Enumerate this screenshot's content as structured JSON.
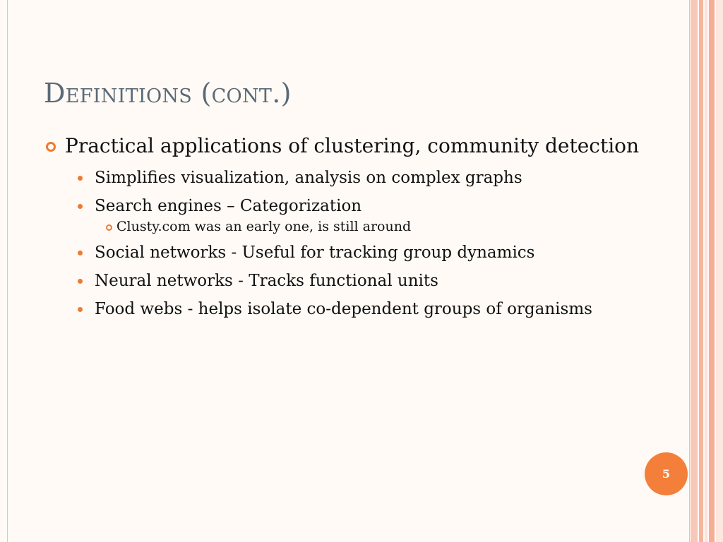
{
  "slide": {
    "title": "Definitions (cont.)",
    "page_number": "5",
    "accent_color": "#ef7a31",
    "title_color": "#5a6a76",
    "bullets": [
      {
        "text": "Practical applications of clustering, community detection",
        "level": 1
      },
      {
        "text": "Simplifies visualization, analysis on complex graphs",
        "level": 2
      },
      {
        "text": "Search engines – Categorization",
        "level": 2
      },
      {
        "text": "Clusty.com was an early one, is still around",
        "level": 3
      },
      {
        "text": "Social networks - Useful for tracking group dynamics",
        "level": 2
      },
      {
        "text": "Neural networks - Tracks functional units",
        "level": 2
      },
      {
        "text": "Food webs - helps isolate co-dependent groups of organisms",
        "level": 2
      }
    ]
  }
}
